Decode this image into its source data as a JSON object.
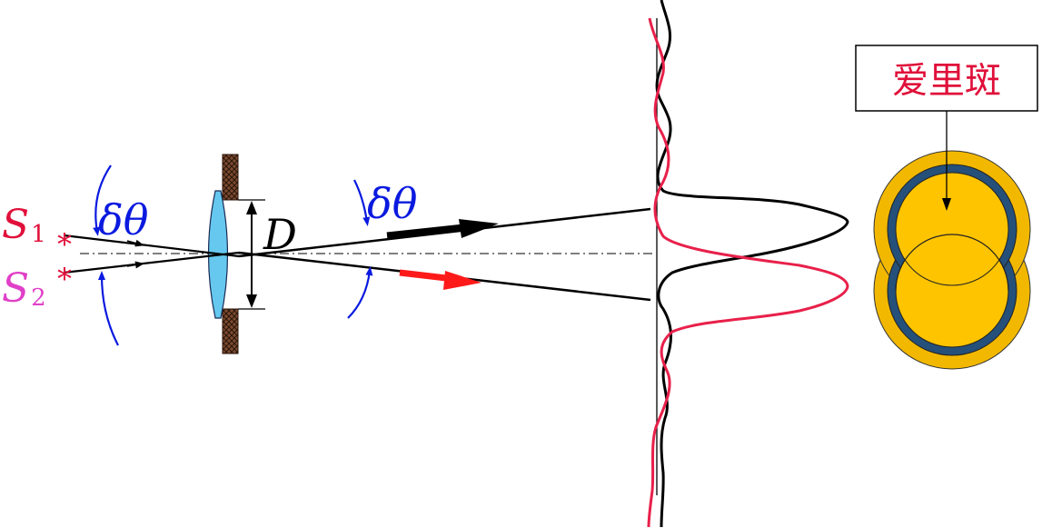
{
  "labels": {
    "source_1": {
      "main": "S",
      "sub": "1"
    },
    "source_2": {
      "main": "S",
      "sub": "2"
    },
    "star_marker": "*",
    "angle_left": "δθ",
    "angle_right": "δθ",
    "aperture": "D",
    "airy_disk": "爱里斑"
  },
  "colors": {
    "source_1": "#e0103a",
    "source_2": "#e040c8",
    "ray": "#000000",
    "arrow_1": "#000000",
    "arrow_2": "#ff1a1a",
    "angle": "#0a1adf",
    "lens_fill": "#66c8ee",
    "aperture_plate": "#7a4a30",
    "curve_1": "#000000",
    "curve_2": "#e8204a",
    "airy_outer": "#f2b800",
    "airy_ring": "#25507a",
    "airy_inner": "#ffc400",
    "airy_label_text": "#e0103a",
    "axis": "#000000"
  }
}
